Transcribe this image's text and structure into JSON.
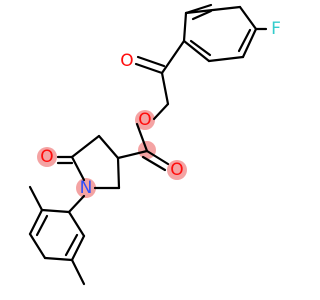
{
  "molecule": {
    "atoms": {
      "fluorine": {
        "symbol": "F",
        "color": "#33cccc"
      },
      "ketone_oxygen": {
        "symbol": "O",
        "color": "#ff0d0d"
      },
      "ester_ether_oxygen": {
        "symbol": "O",
        "color": "#ff0d0d"
      },
      "ester_carbonyl_oxygen": {
        "symbol": "O",
        "color": "#ff0d0d"
      },
      "lactam_oxygen": {
        "symbol": "O",
        "color": "#ff0d0d"
      },
      "nitrogen": {
        "symbol": "N",
        "color": "#3050f8"
      }
    },
    "bond_color": "#000000",
    "highlight_color": "#f4a3a3"
  }
}
